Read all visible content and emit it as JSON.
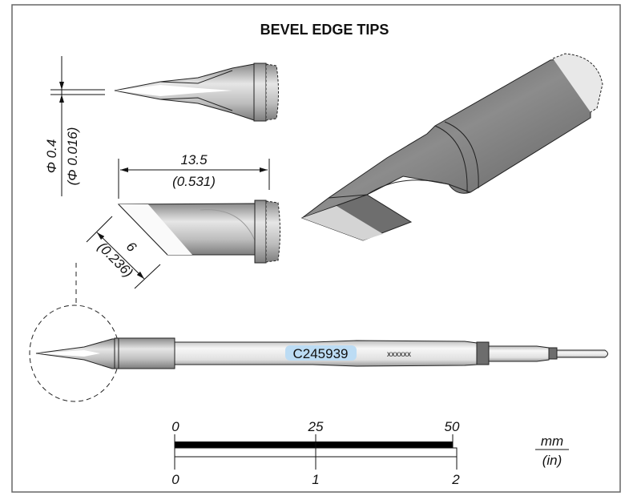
{
  "title": "BEVEL EDGE TIPS",
  "dimensions": {
    "diameter_mm": "Φ 0.4",
    "diameter_in": "(Φ 0.016)",
    "length_mm": "13.5",
    "length_in": "(0.531)",
    "bevel_mm": "6",
    "bevel_in": "(0.236)"
  },
  "cartridge": {
    "part_number": "C245939",
    "code": "xxxxxx",
    "label_color": "#bcdcf4"
  },
  "scale": {
    "top_labels": [
      "0",
      "25",
      "50"
    ],
    "bottom_labels": [
      "0",
      "1",
      "2"
    ],
    "unit_top": "mm",
    "unit_bottom": "(in)"
  }
}
